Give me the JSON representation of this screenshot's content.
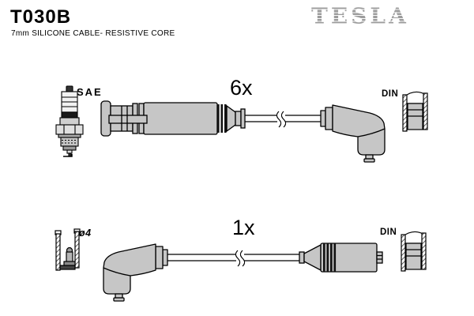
{
  "header": {
    "product_code": "T030B",
    "subtitle": "7mm SILICONE CABLE- RESISTIVE CORE",
    "brand": "TESLA"
  },
  "colors": {
    "background": "#ffffff",
    "part_fill": "#c6c6c6",
    "outline": "#000000",
    "brand_gray": "#9c9c9c",
    "dark_accent": "#1a1a1a"
  },
  "rows": {
    "top": {
      "quantity_label": "6x",
      "left_end_label": "SAE",
      "right_end_label": "DIN"
    },
    "bottom": {
      "quantity_label": "1x",
      "left_end_label": "ø4",
      "right_end_label": "DIN"
    }
  },
  "icons": {
    "spark_plug": "spark-plug-icon",
    "straight_boot": "straight-boot-icon",
    "angled_boot": "angled-boot-icon",
    "cable_break": "cable-break-icon",
    "din_cross_section": "din-terminal-cross-section-icon",
    "socket_cross_section": "socket-cross-section-icon"
  }
}
